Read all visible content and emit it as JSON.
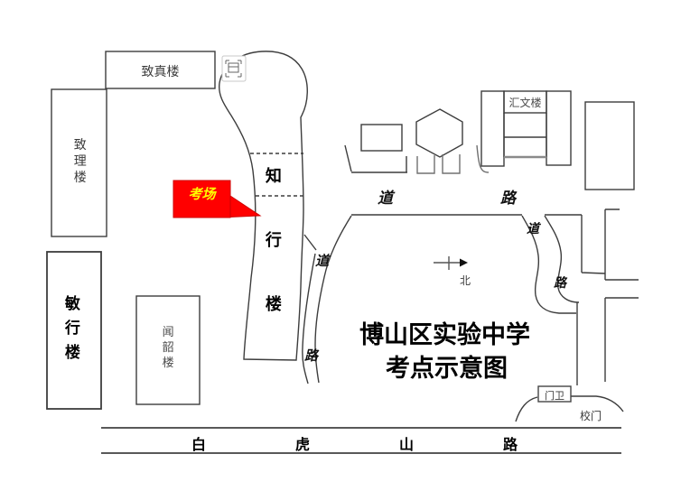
{
  "title": {
    "line1": "博山区实验中学",
    "line2": "考点示意图"
  },
  "compass": {
    "north": "北"
  },
  "buildings": {
    "zhizhen": "致真楼",
    "zhili": "致理楼",
    "minxing": "敏行楼",
    "zhixing": "知行楼",
    "wenshao": "闻韶楼",
    "huiwen": "汇文楼"
  },
  "callout": {
    "label": "考场",
    "bg": "#ff0000",
    "text_color": "#ffff00"
  },
  "roads": {
    "campus": {
      "dao": "道",
      "lu": "路"
    },
    "inner": {
      "dao": "道",
      "lu": "路"
    },
    "east": {
      "dao": "道",
      "lu": "路"
    },
    "street": "白虎山路"
  },
  "gate": {
    "guard": "门卫",
    "school_gate": "校门"
  },
  "colors": {
    "line": "#3d3d3d",
    "callout_bg": "#ff0000",
    "callout_text": "#ffff00"
  }
}
